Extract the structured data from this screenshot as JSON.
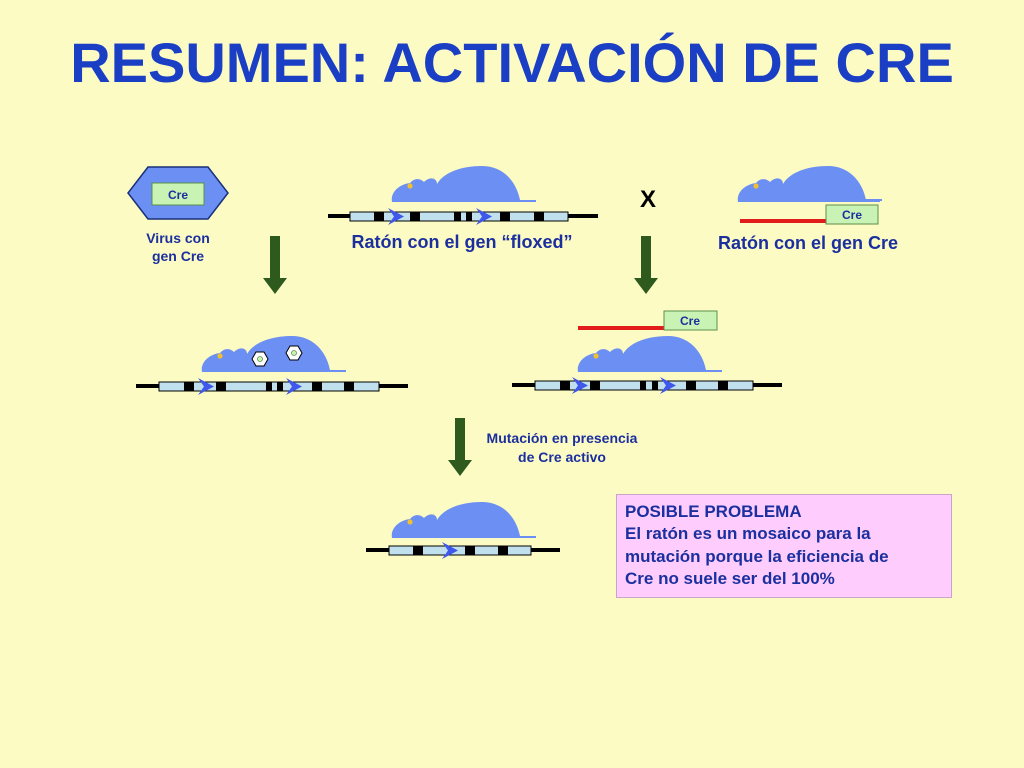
{
  "title": "RESUMEN: ACTIVACIÓN DE CRE",
  "labels": {
    "virus": [
      "Virus con",
      "gen Cre"
    ],
    "floxed_mouse": "Ratón con el gen “floxed”",
    "cre_mouse": "Ratón con el gen Cre",
    "cross_symbol": "X",
    "mutation": [
      "Mutación en presencia",
      "de Cre activo"
    ]
  },
  "cre_tags": {
    "virus": "Cre",
    "cre_mouse": "Cre",
    "offspring": "Cre"
  },
  "problem": {
    "heading": "POSIBLE PROBLEMA",
    "lines": [
      "El ratón es un mosaico para la",
      "mutación porque la eficiencia de",
      "Cre no suele ser del 100%"
    ]
  },
  "colors": {
    "background": "#fdfbc4",
    "title": "#1a3fc4",
    "text": "#1b2f9e",
    "mouse": "#6b8ff2",
    "mouse_eye": "#f0c030",
    "dna_bar": "#bfe0ec",
    "loxp_arrow": "#3f57ea",
    "cre_tag": "#c9f3b5",
    "cre_line": "#e21b1b",
    "down_arrow": "#2e5a1e",
    "problem_box": "#fecdfe"
  }
}
